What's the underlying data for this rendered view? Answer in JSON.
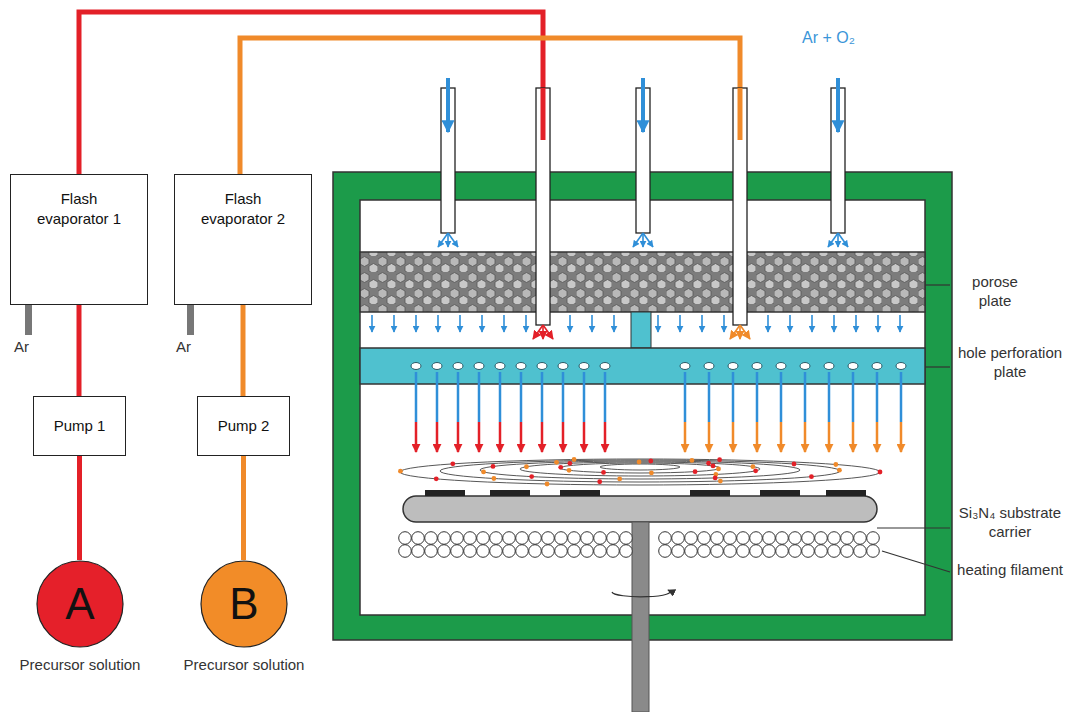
{
  "diagram": {
    "nodes": [
      {
        "text": [
          "Flash evaporator 1"
        ]
      },
      {
        "text": [
          "Flash evaporator 2"
        ]
      },
      {
        "text": [
          "Pump 1"
        ]
      },
      {
        "text": [
          "Pump 2"
        ]
      },
      {
        "text": [
          "A",
          "Precursor solution"
        ]
      },
      {
        "text": [
          "B",
          "Precursor solution"
        ]
      }
    ],
    "edges": [
      {
        "from": 4,
        "to": 2,
        "arrow": "none"
      },
      {
        "from": 2,
        "to": 0,
        "arrow": "none"
      },
      {
        "from": 5,
        "to": 3,
        "arrow": "none"
      },
      {
        "from": 3,
        "to": 1,
        "arrow": "none"
      }
    ],
    "labels": [
      "Ar",
      "Ar",
      "Ar + O₂",
      "porose plate",
      "hole perforation plate",
      "Si₃N₄ substrate carrier",
      "heating filament"
    ]
  }
}
